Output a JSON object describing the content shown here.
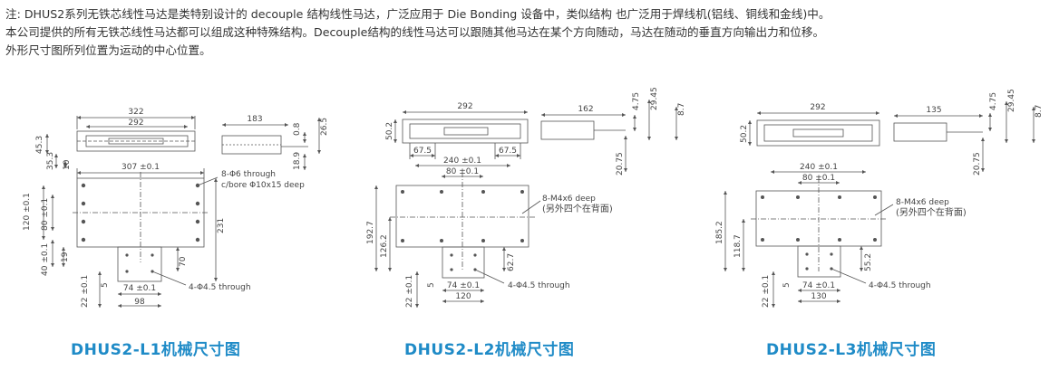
{
  "notes": [
    "注: DHUS2系列无铁芯线性马达是类特别设计的 decouple 结构线性马达，广泛应用于 Die Bonding 设备中，类似结构 也广泛用于焊线机(铝线、铜线和金线)中。",
    "本公司提供的所有无铁芯线性马达都可以组成这种特殊结构。Decouple结构的线性马达可以跟随其他马达在某个方向随动，马达在随动的垂直方向输出力和位移。",
    "外形尺寸图所列位置为运动的中心位置。"
  ],
  "colors": {
    "caption": "#1f8bc7",
    "text": "#333333",
    "line": "#555555"
  },
  "l1": {
    "caption": "DHUS2-L1机械尺寸图",
    "d322": "322",
    "d292": "292",
    "d183": "183",
    "d0_8": "0.8",
    "d26_5": "26.5",
    "d45_3": "45.3",
    "d35_3": "35.3",
    "d10": "10",
    "d18_9": "18.9",
    "d307": "307 ±0.1",
    "hole_note1": "8-Φ6 through",
    "hole_note2": "c/bore Φ10x15 deep",
    "d120": "120 ±0.1",
    "d80": "80 ±0.1",
    "d40": "40 ±0.1",
    "d19": "19",
    "d231": "231",
    "d70": "70",
    "d5": "5",
    "d22": "22 ±0.1",
    "d74": "74 ±0.1",
    "d98": "98",
    "small_hole": "4-Φ4.5 through"
  },
  "l2": {
    "caption": "DHUS2-L2机械尺寸图",
    "d292": "292",
    "d50_2": "50.2",
    "d67_5a": "67.5",
    "d67_5b": "67.5",
    "d162": "162",
    "d4_75": "4.75",
    "d29_45": "29.45",
    "d8_7": "8.7",
    "d20_75": "20.75",
    "d240": "240 ±0.1",
    "d80": "80 ±0.1",
    "hole_note1": "8-M4x6 deep",
    "hole_note2": "(另外四个在背面)",
    "d192_7": "192.7",
    "d126_2": "126.2",
    "d62_7": "62.7",
    "d22": "22 ±0.1",
    "d5": "5",
    "d74": "74 ±0.1",
    "d120": "120",
    "small_hole": "4-Φ4.5 through"
  },
  "l3": {
    "caption": "DHUS2-L3机械尺寸图",
    "d50_2": "50.2",
    "d292": "292",
    "d135": "135",
    "d4_75": "4.75",
    "d29_45": "29.45",
    "d8_7": "8.7",
    "d20_75": "20.75",
    "d240": "240 ±0.1",
    "d80": "80 ±0.1",
    "hole_note1": "8-M4x6 deep",
    "hole_note2": "(另外四个在背面)",
    "d185_2": "185.2",
    "d118_7": "118.7",
    "d55_2": "55.2",
    "d22": "22 ±0.1",
    "d5": "5",
    "d74": "74 ±0.1",
    "d130": "130",
    "small_hole": "4-Φ4.5 through"
  }
}
